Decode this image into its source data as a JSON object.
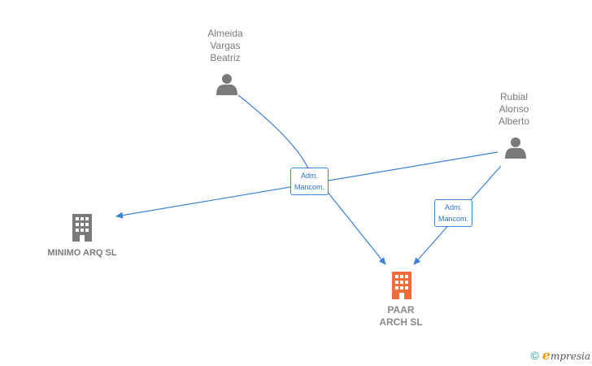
{
  "nodes": {
    "person1": {
      "lines": [
        "Almeida",
        "Vargas",
        "Beatriz"
      ]
    },
    "person2": {
      "lines": [
        "Rubial",
        "Alonso",
        "Alberto"
      ]
    },
    "company1": {
      "label": "MINIMO ARQ  SL"
    },
    "company2": {
      "lines": [
        "PAAR",
        "ARCH  SL"
      ]
    }
  },
  "edges": {
    "edge1": {
      "lines": [
        "Adm.",
        "Mancom."
      ]
    },
    "edge2": {
      "lines": [
        "Adm.",
        "Mancom."
      ]
    }
  },
  "footer": {
    "copyright": "©",
    "brand_initial": "e",
    "brand_rest": "mpresia"
  },
  "colors": {
    "edge": "#3b82d6",
    "person_icon": "#7a7a7a",
    "company_icon": "#7a7a7a",
    "main_company_icon": "#f26b3a"
  },
  "icons": {
    "person": "person-icon",
    "company": "building-icon"
  }
}
